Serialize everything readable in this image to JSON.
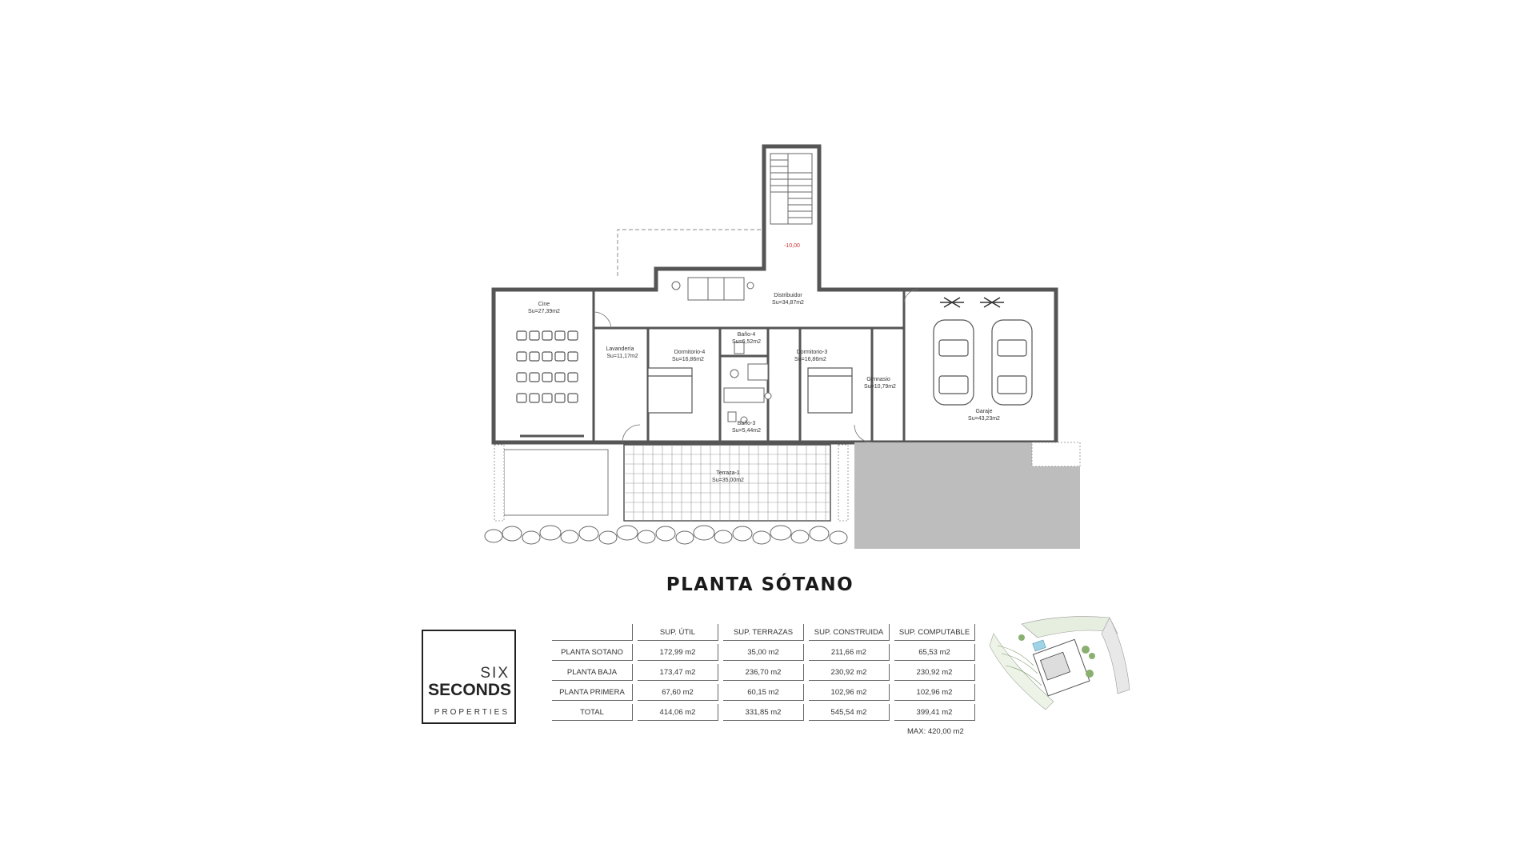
{
  "plan": {
    "title": "PLANTA SÓTANO",
    "elevation_mark": "-10,00",
    "rooms": [
      {
        "id": "cine",
        "name": "Cine",
        "area": "Su=27,39m2"
      },
      {
        "id": "distribuidor",
        "name": "Distribuidor",
        "area": "Su=34,87m2"
      },
      {
        "id": "lavanderia",
        "name": "Lavandería",
        "area": "Su=11,17m2"
      },
      {
        "id": "dormitorio4",
        "name": "Dormitorio-4",
        "area": "Su=16,86m2"
      },
      {
        "id": "bano4",
        "name": "Baño-4",
        "area": "Su=6,52m2"
      },
      {
        "id": "dormitorio3",
        "name": "Dormitorio-3",
        "area": "Su=16,86m2"
      },
      {
        "id": "gimnasio",
        "name": "Gimnasio",
        "area": "Su=10,79m2"
      },
      {
        "id": "garaje",
        "name": "Garaje",
        "area": "Su=43,23m2"
      },
      {
        "id": "bano3",
        "name": "Baño-3",
        "area": "Su=5,44m2"
      },
      {
        "id": "terraza",
        "name": "Terraza-1",
        "area": "Su=35,00m2"
      }
    ]
  },
  "logo": {
    "line1": "SIX",
    "line2": "SECONDS",
    "line3": "PROPERTIES"
  },
  "area_table": {
    "headers": [
      "",
      "SUP. ÚTIL",
      "SUP. TERRAZAS",
      "SUP. CONSTRUIDA",
      "SUP. COMPUTABLE"
    ],
    "rows": [
      [
        "PLANTA SOTANO",
        "172,99 m2",
        "35,00 m2",
        "211,66 m2",
        "65,53 m2"
      ],
      [
        "PLANTA BAJA",
        "173,47 m2",
        "236,70 m2",
        "230,92 m2",
        "230,92 m2"
      ],
      [
        "PLANTA PRIMERA",
        "67,60 m2",
        "60,15 m2",
        "102,96 m2",
        "102,96 m2"
      ],
      [
        "TOTAL",
        "414,06 m2",
        "331,85 m2",
        "545,54 m2",
        "399,41 m2"
      ]
    ],
    "max_note": "MAX: 420,00 m2"
  },
  "colors": {
    "wall": "#555555",
    "garden": "#bdbdbd",
    "line": "#666666"
  }
}
